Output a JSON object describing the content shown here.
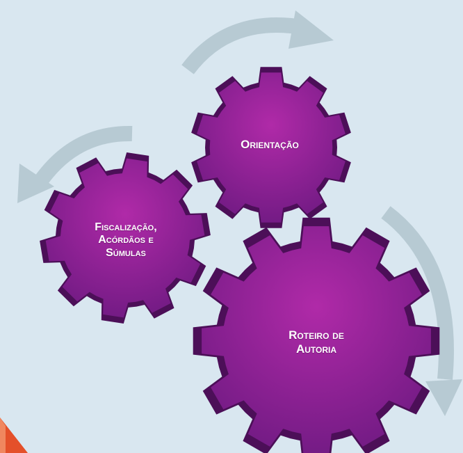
{
  "diagram": {
    "gears": [
      {
        "id": "orientacao",
        "lines": [
          "Orientação"
        ]
      },
      {
        "id": "fiscalizacao",
        "lines": [
          "Fiscalização,",
          "Acórdãos e",
          "Súmulas"
        ]
      },
      {
        "id": "roteiro",
        "lines": [
          "Roteiro de",
          "Autoria"
        ]
      }
    ]
  },
  "colors": {
    "background": "#d9e7f0",
    "gear_fill": "#7c1e8a",
    "gear_highlight": "#b02aa8",
    "gear_edge": "#4c0f58",
    "arrow": "#b7cad3",
    "corner_accent": "#e4502a"
  }
}
